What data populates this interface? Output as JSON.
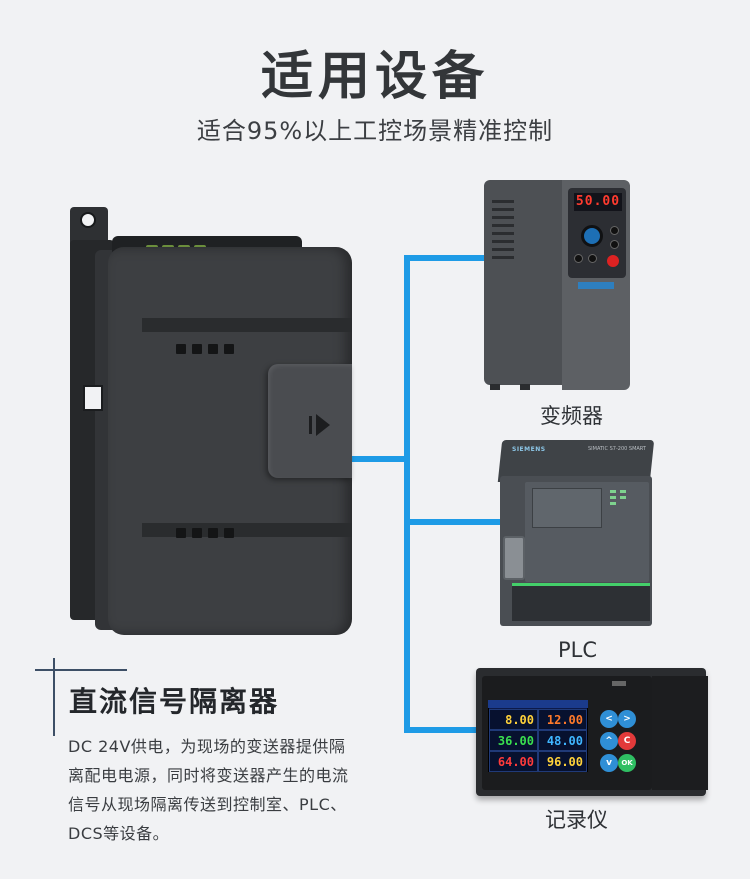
{
  "heading": {
    "title": "适用设备",
    "subtitle": "适合95%以上工控场景精准控制"
  },
  "devices": [
    {
      "label": "变频器",
      "icon": "inverter-device-icon"
    },
    {
      "label": "PLC",
      "icon": "plc-device-icon"
    },
    {
      "label": "记录仪",
      "icon": "recorder-device-icon"
    }
  ],
  "inverter": {
    "display": "50.00"
  },
  "plc": {
    "brand": "SIEMENS",
    "model": "SIMATIC S7-200 SMART"
  },
  "recorder": {
    "readings": [
      "8.00",
      "12.00",
      "36.00",
      "48.00",
      "64.00",
      "96.00"
    ],
    "reading_colors": [
      "#ffd23a",
      "#ff7a2a",
      "#3adf4f",
      "#3fb6ff",
      "#ff3b3b",
      "#ffd23a"
    ],
    "keys": [
      "<",
      ">",
      "^",
      "C",
      "v",
      "OK"
    ]
  },
  "product": {
    "name": "直流信号隔离器",
    "description": [
      "DC 24V供电，为现场的变送器提供隔",
      "离配电电源，同时将变送器产生的电流",
      "信号从现场隔离传送到控制室、PLC、",
      "DCS等设备。"
    ],
    "icon": "isolator-module-icon"
  },
  "colors": {
    "background": "#f1f2f4",
    "connector": "#1e9be6",
    "accent_line": "#3d4f66"
  }
}
